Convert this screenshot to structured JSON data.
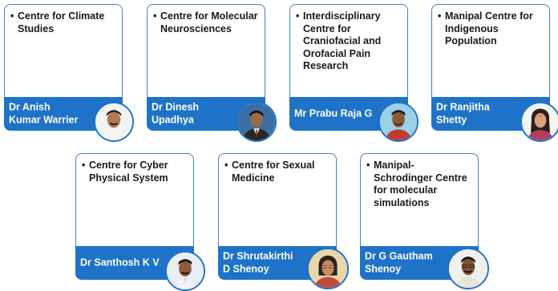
{
  "cards": [
    {
      "centre": "Centre for Climate Studies",
      "person": "Dr Anish Kumar Warrier"
    },
    {
      "centre": "Centre for Molecular Neurosciences",
      "person": "Dr Dinesh Upadhya"
    },
    {
      "centre": "Interdisciplinary Centre for Craniofacial and Orofacial Pain Research",
      "person": "Mr Prabu Raja G"
    },
    {
      "centre": "Manipal Centre for Indigenous Population",
      "person": "Dr Ranjitha Shetty"
    },
    {
      "centre": "Centre for Cyber Physical System",
      "person": "Dr Santhosh K V"
    },
    {
      "centre": "Centre for Sexual Medicine",
      "person": "Dr Shrutakirthi D Shenoy"
    },
    {
      "centre": "Manipal- Schrodinger Centre for molecular simulations",
      "person": "Dr G Gautham Shenoy"
    }
  ],
  "bullet": "•",
  "colors": {
    "bar": "#1e73c8",
    "border": "#4a7cc2",
    "text": "#1a1a1a"
  },
  "icons": [
    "person-photo-icon"
  ]
}
